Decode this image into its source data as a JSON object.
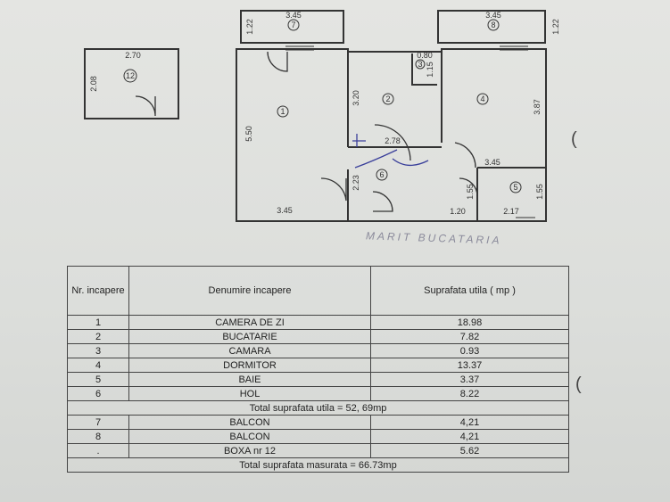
{
  "plan": {
    "dimensions": {
      "room1_width": "3.45",
      "room1_height": "5.50",
      "balcony7_width": "3.45",
      "balcony7_height": "1.22",
      "room2_height": "3.20",
      "room2_width": "2.78",
      "room3_width": "0.80",
      "room3_height": "1.15",
      "balcony8_width": "3.45",
      "balcony8_height": "1.22",
      "room4_height": "3.87",
      "room5_width": "3.45",
      "room5_height_left": "1.55",
      "room5_height_right": "1.55",
      "room5_width_bottom": "2.17",
      "hall_height": "2.23",
      "hall_width": "1.20",
      "box12_width": "2.70",
      "box12_height": "2.08"
    },
    "room_numbers": [
      "1",
      "2",
      "3",
      "4",
      "5",
      "6",
      "7",
      "8",
      "12"
    ]
  },
  "handwriting": "MARIT BUCATARIA",
  "table": {
    "headers": {
      "nr": "Nr. incapere",
      "name": "Denumire incapere",
      "area": "Suprafata utila ( mp )"
    },
    "rows": [
      {
        "nr": "1",
        "name": "CAMERA DE ZI",
        "area": "18.98"
      },
      {
        "nr": "2",
        "name": "BUCATARIE",
        "area": "7.82"
      },
      {
        "nr": "3",
        "name": "CAMARA",
        "area": "0.93"
      },
      {
        "nr": "4",
        "name": "DORMITOR",
        "area": "13.37"
      },
      {
        "nr": "5",
        "name": "BAIE",
        "area": "3.37"
      },
      {
        "nr": "6",
        "name": "HOL",
        "area": "8.22"
      }
    ],
    "total_useful": "Total suprafata utila  = 52, 69mp",
    "extra_rows": [
      {
        "nr": "7",
        "name": "BALCON",
        "area": "4,21"
      },
      {
        "nr": "8",
        "name": "BALCON",
        "area": "4,21"
      },
      {
        "nr": ".",
        "name": "BOXA  nr 12",
        "area": "5.62"
      }
    ],
    "total_measured": "Total suprafata masurata = 66.73mp"
  }
}
